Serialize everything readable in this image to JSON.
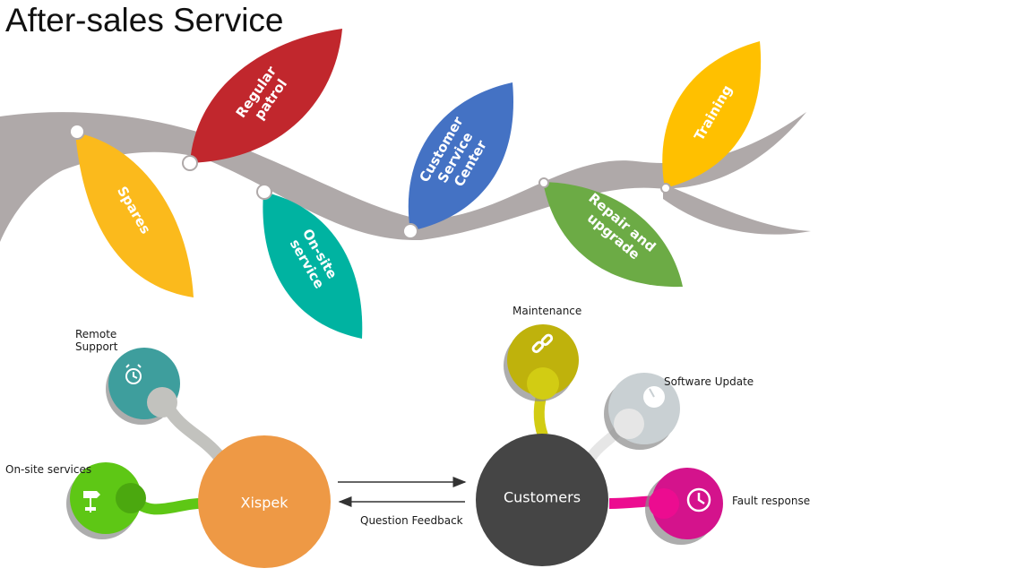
{
  "title": "After-sales Service",
  "leaves": [
    {
      "label_lines": [
        "Spares"
      ],
      "color": "#FBBA1C"
    },
    {
      "label_lines": [
        "Regular",
        "patrol"
      ],
      "color": "#C1272D"
    },
    {
      "label_lines": [
        "On-site",
        "service"
      ],
      "color": "#00B3A1"
    },
    {
      "label_lines": [
        "Customer",
        "Service",
        "Center"
      ],
      "color": "#4472C4"
    },
    {
      "label_lines": [
        "Repair and",
        "upgrade"
      ],
      "color": "#6CAB45"
    },
    {
      "label_lines": [
        "Training"
      ],
      "color": "#FFC000"
    }
  ],
  "hubs": {
    "left": {
      "label": "Xispek",
      "color": "#EE9945"
    },
    "right": {
      "label": "Customers",
      "color": "#454545"
    }
  },
  "services": [
    {
      "label_lines": [
        "Remote",
        "Support"
      ],
      "icon": "alarm-clock-icon",
      "color": "#3E9E9D"
    },
    {
      "label_lines": [
        "On-site services"
      ],
      "icon": "signpost-icon",
      "color": "#5EC715"
    },
    {
      "label_lines": [
        "Maintenance"
      ],
      "icon": "link-icon",
      "color": "#BFB20C"
    },
    {
      "label_lines": [
        "Software Update"
      ],
      "icon": "gauge-icon",
      "color": "#C9D0D3"
    },
    {
      "label_lines": [
        "Fault response"
      ],
      "icon": "clock-icon",
      "color": "#D4138C"
    }
  ],
  "arrow_label": "Question Feedback"
}
